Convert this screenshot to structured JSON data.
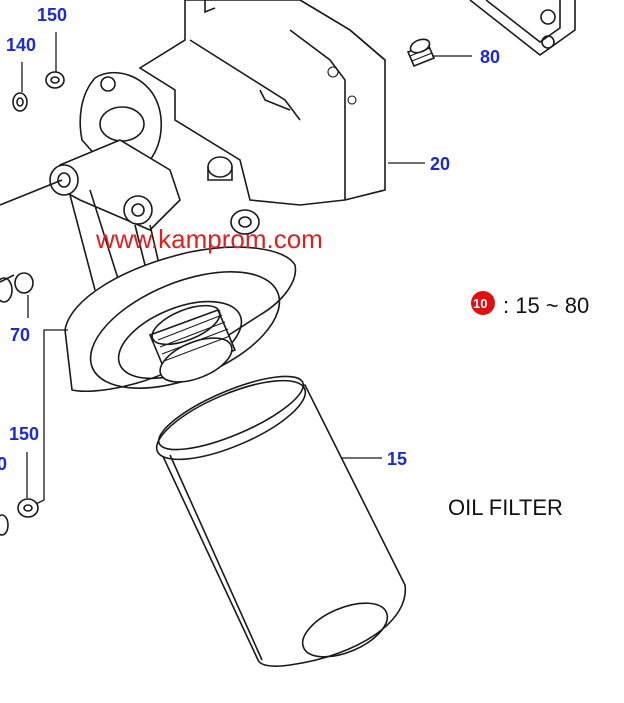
{
  "callouts": {
    "c150_top": "150",
    "c140": "140",
    "c80": "80",
    "c20": "20",
    "c70": "70",
    "c150_bottom": "150",
    "c15": "15",
    "c0_edge": "0"
  },
  "title": "OIL FILTER",
  "watermark": "www.kamprom.com",
  "legend": {
    "badge": "10",
    "text": ": 15 ~ 80"
  },
  "colors": {
    "callout": "#1a2bd1",
    "watermark": "#e02020",
    "badge": "#e01010",
    "ink": "#1a1a1a"
  }
}
